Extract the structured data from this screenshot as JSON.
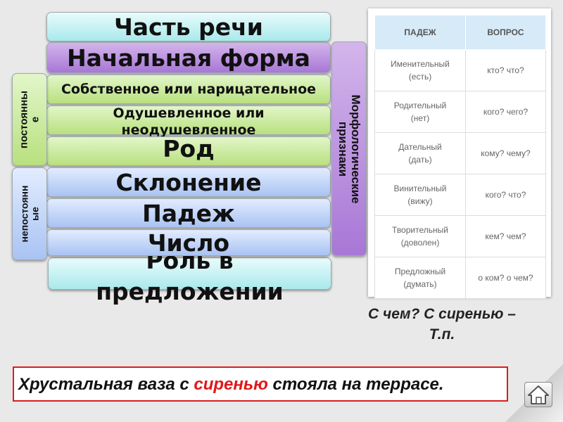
{
  "bars": {
    "part_of_speech": "Часть речи",
    "initial_form": "Начальная форма",
    "proper_common": "Собственное или нарицательное",
    "animate_line1": "Одушевленное или",
    "animate_line2": "неодушевленное",
    "gender": "Род",
    "declension": "Склонение",
    "case": "Падеж",
    "number": "Число",
    "role_line1": "Роль в",
    "role_line2": "предложении"
  },
  "side_labels": {
    "constant_line1": "постоянны",
    "constant_line2": "е",
    "nonconstant_line1": "непостоянн",
    "nonconstant_line2": "ые",
    "morph_line1": "Морфологические",
    "morph_line2": "признаки"
  },
  "case_table": {
    "headers": [
      "ПАДЕЖ",
      "ВОПРОС"
    ],
    "rows": [
      {
        "case": "Именительный",
        "hint": "(есть)",
        "question": "кто? что?"
      },
      {
        "case": "Родительный",
        "hint": "(нет)",
        "question": "кого? чего?"
      },
      {
        "case": "Дательный",
        "hint": "(дать)",
        "question": "кому? чему?"
      },
      {
        "case": "Винительный",
        "hint": "(вижу)",
        "question": "кого? что?"
      },
      {
        "case": "Творительный",
        "hint": "(доволен)",
        "question": "кем? чем?"
      },
      {
        "case": "Предложный",
        "hint": "(думать)",
        "question": "о ком? о чем?"
      }
    ]
  },
  "example": {
    "line1": "С чем? С сиренью –",
    "line2": "Т.п."
  },
  "sentence": {
    "before": "Хрустальная ваза с ",
    "highlight": "сиренью",
    "after": " стояла на террасе."
  },
  "colors": {
    "highlight": "#e01818",
    "frame": "#d62020"
  },
  "icons": {
    "home": "home-icon"
  }
}
